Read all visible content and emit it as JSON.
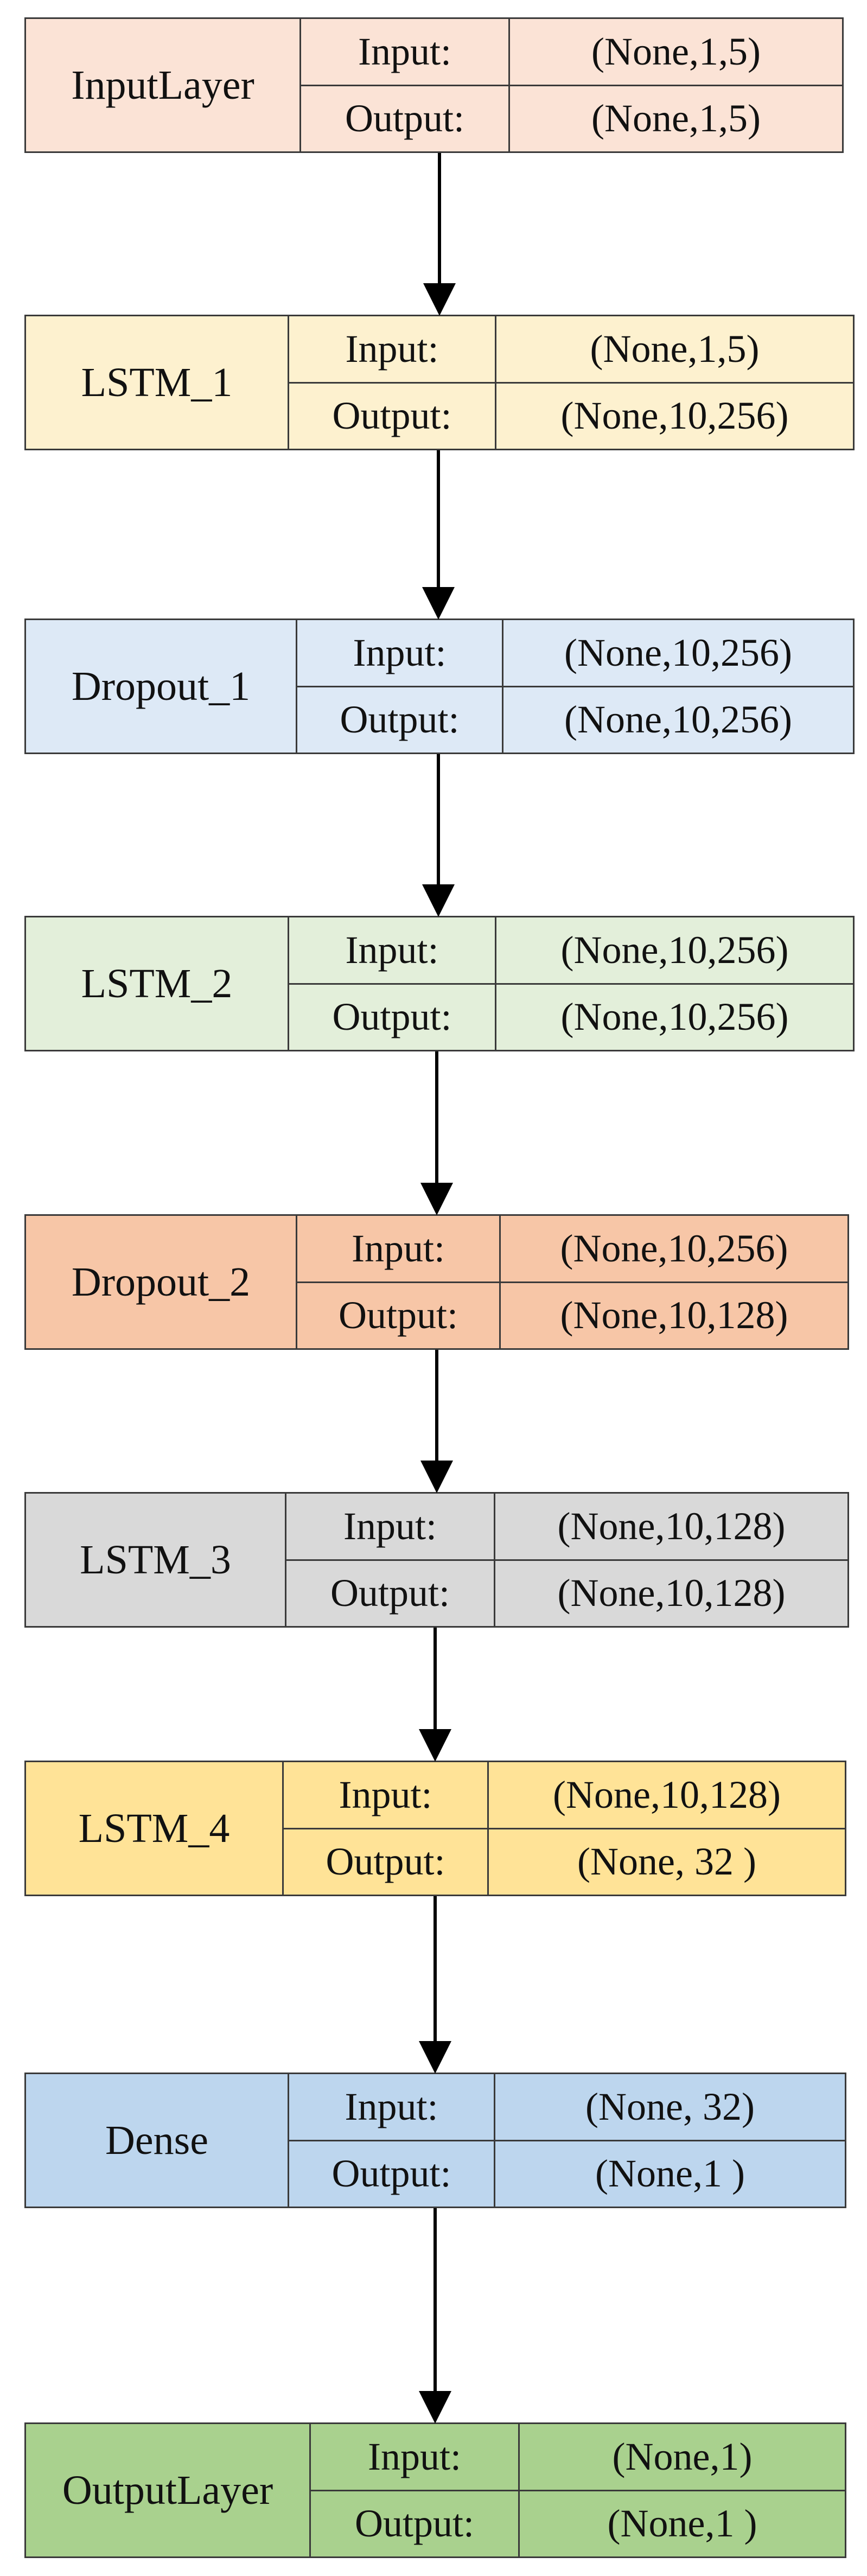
{
  "layers": [
    {
      "name": "InputLayer",
      "input_label": "Input:",
      "input_value": "(None,1,5)",
      "output_label": "Output:",
      "output_value": "(None,1,5)",
      "fill": "#fbe3d6"
    },
    {
      "name": "LSTM_1",
      "input_label": "Input:",
      "input_value": "(None,1,5)",
      "output_label": "Output:",
      "output_value": "(None,10,256)",
      "fill": "#fdf1cf"
    },
    {
      "name": "Dropout_1",
      "input_label": "Input:",
      "input_value": "(None,10,256)",
      "output_label": "Output:",
      "output_value": "(None,10,256)",
      "fill": "#dde9f6"
    },
    {
      "name": "LSTM_2",
      "input_label": "Input:",
      "input_value": "(None,10,256)",
      "output_label": "Output:",
      "output_value": "(None,10,256)",
      "fill": "#e3efda"
    },
    {
      "name": "Dropout_2",
      "input_label": "Input:",
      "input_value": "(None,10,256)",
      "output_label": "Output:",
      "output_value": "(None,10,128)",
      "fill": "#f7c6a7"
    },
    {
      "name": "LSTM_3",
      "input_label": "Input:",
      "input_value": "(None,10,128)",
      "output_label": "Output:",
      "output_value": "(None,10,128)",
      "fill": "#d9d9d9"
    },
    {
      "name": "LSTM_4",
      "input_label": "Input:",
      "input_value": "(None,10,128)",
      "output_label": "Output:",
      "output_value": "(None, 32 )",
      "fill": "#ffe397"
    },
    {
      "name": "Dense",
      "input_label": "Input:",
      "input_value": "(None, 32)",
      "output_label": "Output:",
      "output_value": "(None,1 )",
      "fill": "#bdd6ee"
    },
    {
      "name": "OutputLayer",
      "input_label": "Input:",
      "input_value": "(None,1)",
      "output_label": "Output:",
      "output_value": "(None,1 )",
      "fill": "#a9d18e"
    }
  ],
  "colors": {
    "border": "#3a3a3a",
    "arrow": "#000000"
  }
}
